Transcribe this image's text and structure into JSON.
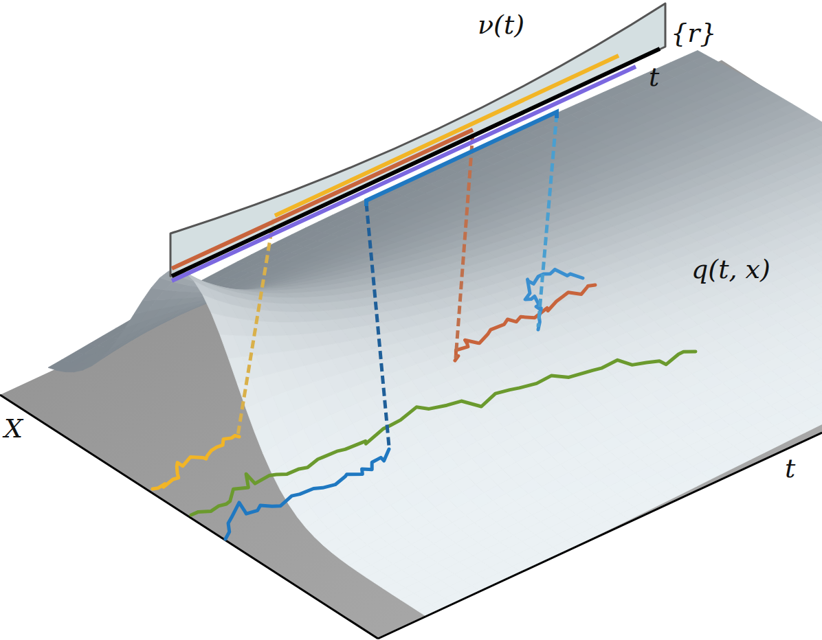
{
  "diagram": {
    "labels": [
      "ν(t)",
      "{r}",
      "t",
      "q(t, x)",
      "X",
      "t"
    ]
  }
}
